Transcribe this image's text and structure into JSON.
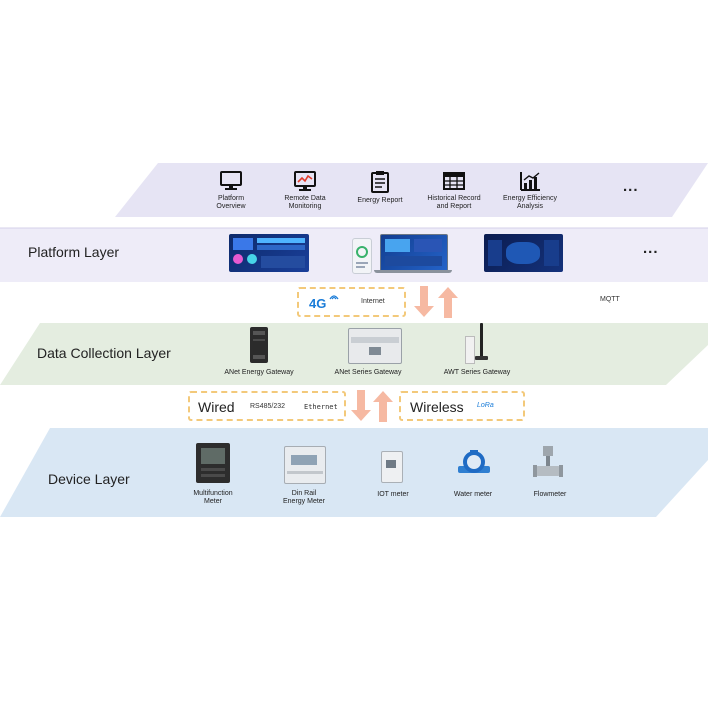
{
  "features": [
    {
      "label": "Platform\nOverview",
      "icon": "monitor-icon"
    },
    {
      "label": "Remote Data\nMonitoring",
      "icon": "chart-monitor-icon"
    },
    {
      "label": "Energy Report",
      "icon": "clipboard-report-icon"
    },
    {
      "label": "Historical Record\nand Report",
      "icon": "table-grid-icon"
    },
    {
      "label": "Energy Efficiency\nAnalysis",
      "icon": "bar-chart-icon"
    }
  ],
  "ellipsis": "...",
  "platform_layer": {
    "title": "Platform Layer"
  },
  "network": {
    "badge": "4G",
    "internet": "Internet",
    "protocol": "MQTT"
  },
  "collection_layer": {
    "title": "Data Collection Layer",
    "gateways": [
      "ANet Energy Gateway",
      "ANet Series Gateway",
      "AWT Series Gateway"
    ]
  },
  "wired": {
    "title": "Wired",
    "rs485": "RS485/232",
    "ethernet": "Ethernet"
  },
  "wireless": {
    "title": "Wireless",
    "lora": "LoRa"
  },
  "device_layer": {
    "title": "Device Layer",
    "devices": [
      {
        "label": "Multifunction\nMeter"
      },
      {
        "label": "Din Rail\nEnergy Meter"
      },
      {
        "label": "IOT meter"
      },
      {
        "label": "Water meter"
      },
      {
        "label": "Flowmeter"
      }
    ]
  },
  "colors": {
    "feature_band": "#e6e4f4",
    "platform_band": "#eeecf8",
    "collection_band": "#e4ede0",
    "device_band": "#d9e7f4",
    "arrow": "#f6b9a2",
    "dash": "#f3c97a",
    "accent_blue": "#1a7cd8"
  }
}
